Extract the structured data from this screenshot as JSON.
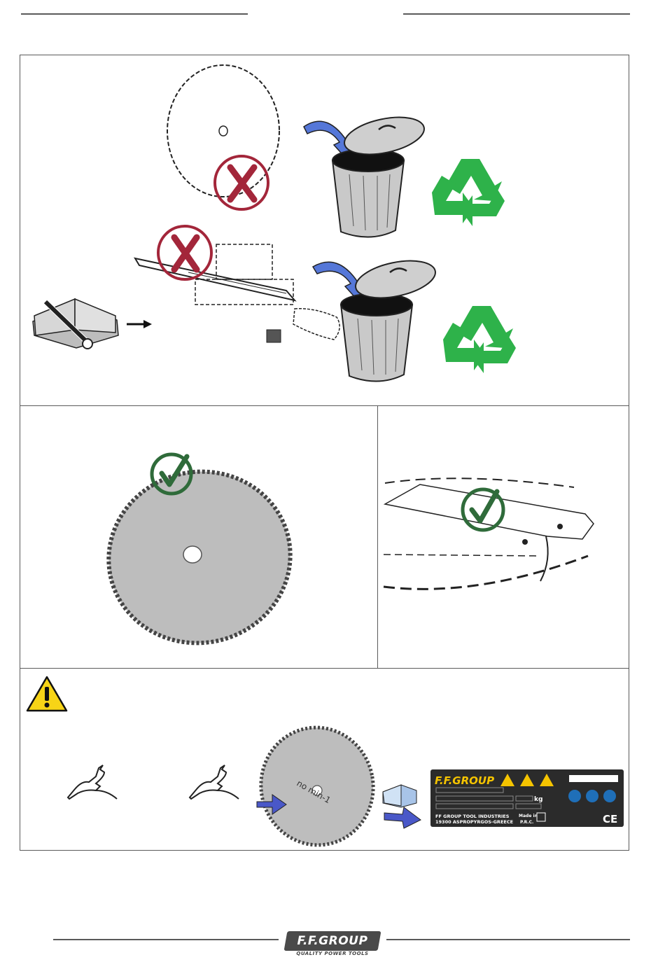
{
  "colors": {
    "frame": "#5a5a5a",
    "recycle_green": "#2eb24a",
    "reject_red": "#a3263a",
    "approve_green": "#2f6b3a",
    "arrow_blue": "#4a58c8",
    "warning_yellow": "#f7d417",
    "label_dark": "#2b2b2b",
    "label_yellow": "#f5c400",
    "safety_blue": "#1f6fb8"
  },
  "icons": [
    "saw-blade-icon",
    "reject-x-icon",
    "trash-can-icon",
    "recycle-icon",
    "chain-bar-icon",
    "manual-book-icon",
    "wrench-icon",
    "approve-check-icon",
    "blade-guard-icon",
    "warning-triangle-icon",
    "rabbit-icon",
    "arrow-right-icon",
    "rating-label-icon"
  ],
  "blade_marking": "no min-1",
  "rating_label": {
    "brand": "F.F.GROUP",
    "weight_unit": "kg",
    "company": "FF GROUP TOOL INDUSTRIES",
    "address": "19300 ASPROPYRGOS-GREECE",
    "made_in_label": "Made in",
    "made_in_country": "P.R.C.",
    "ce_mark": "CE"
  },
  "footer": {
    "logo_text": "F.F.GROUP",
    "tagline": "QUALITY POWER TOOLS"
  }
}
